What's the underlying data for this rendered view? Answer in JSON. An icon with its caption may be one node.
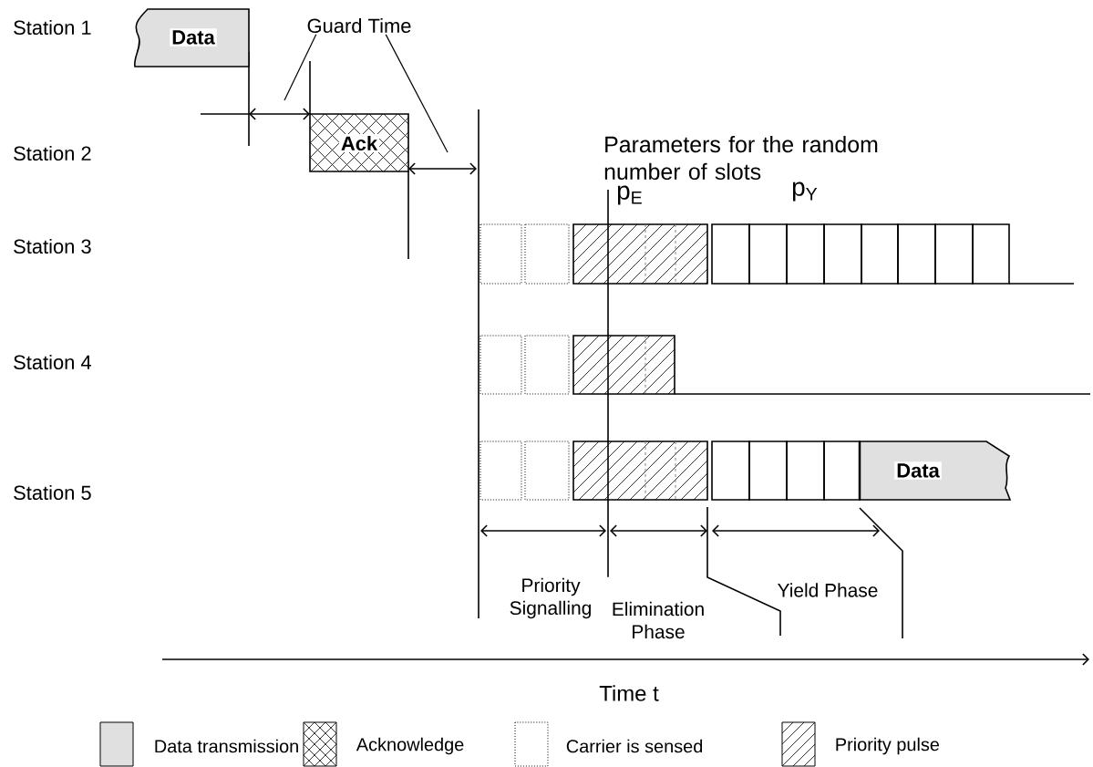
{
  "diagram": {
    "nodes": [
      {
        "text": [
          "Data"
        ]
      },
      {
        "text": [
          "Ack"
        ]
      },
      {
        "text": [
          "Data"
        ]
      },
      {
        "text": [
          "Guard Time"
        ]
      }
    ],
    "edges": [
      {
        "from": 3,
        "to": null,
        "arrow": "none"
      },
      {
        "from": 3,
        "to": null,
        "arrow": "none"
      }
    ],
    "labels": [
      "Station 1",
      "Station 2",
      "Station 3",
      "Station 4",
      "Station 5",
      "Parameters for the random number of slots",
      "p$_{E}$",
      "p$_{Y}$",
      "Priority Signalling",
      "Elimination Phase",
      "Yield Phase",
      "Time t"
    ],
    "legend": [
      {
        "text": "Data transmission"
      },
      {
        "text": "Acknowledge"
      },
      {
        "text": "Carrier is sensed"
      },
      {
        "text": "Priority pulse"
      }
    ]
  }
}
